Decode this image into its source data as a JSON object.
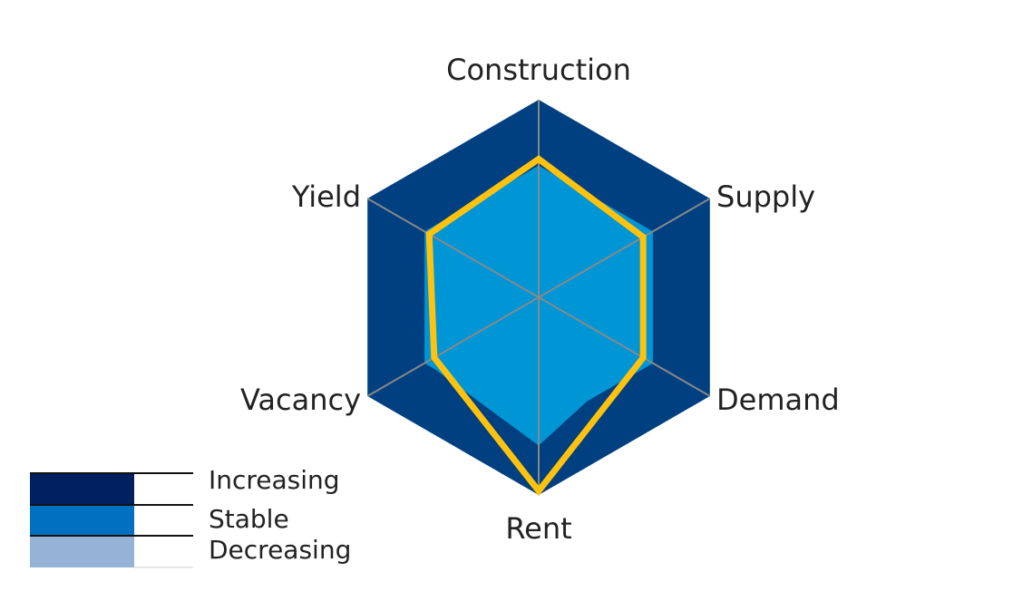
{
  "chart_data": {
    "type": "radar",
    "axes": [
      "Construction",
      "Supply",
      "Demand",
      "Rent",
      "Vacancy",
      "Yield"
    ],
    "scale": [
      0,
      1
    ],
    "bands": [
      {
        "name": "Increasing",
        "outer": 1.0,
        "color": "#004080"
      },
      {
        "name": "Stable",
        "outer": 0.667,
        "color": "#0096D6"
      },
      {
        "name": "Decreasing",
        "outer": 0.333,
        "color": "#DDEEF8"
      }
    ],
    "series": [
      {
        "fill_values": [
          0.65,
          0.62,
          0.58,
          0.75,
          0.66,
          0.56
        ],
        "fill_color": "#0096D6",
        "line_values": [
          0.7,
          0.61,
          0.61,
          0.98,
          0.61,
          0.64
        ],
        "line_color": "#FFC20E"
      }
    ],
    "grid_color": "#888888",
    "legend": {
      "position": "bottom-left",
      "items": [
        {
          "label": "Increasing",
          "color": "#002060"
        },
        {
          "label": "Stable",
          "color": "#0070C0"
        },
        {
          "label": "Decreasing",
          "color": "#95B3D7"
        }
      ]
    }
  }
}
